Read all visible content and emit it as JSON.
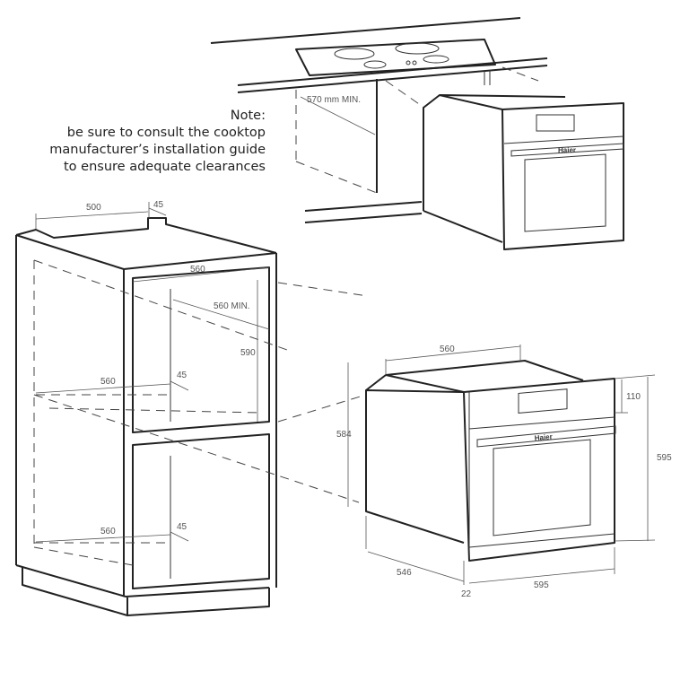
{
  "note": {
    "title": "Note:",
    "lines": [
      "be sure to consult the cooktop",
      "manufacturer’s installation guide",
      "to ensure adequate clearances"
    ]
  },
  "brand": "Haier",
  "dimensions": {
    "cooktop_clearance": "570 mm MIN.",
    "cabinet_top_depth": "500",
    "cabinet_top_notch": "45",
    "cabinet_inner_width": "560",
    "cabinet_min_depth": "560 MIN.",
    "cabinet_opening_height": "590",
    "shelf_depth_upper": "560",
    "shelf_gap_upper": "45",
    "shelf_depth_lower": "560",
    "shelf_gap_lower": "45",
    "oven_body_height": "584",
    "oven_body_width": "560",
    "control_panel_height": "110",
    "oven_front_height": "595",
    "oven_depth": "546",
    "door_thickness": "22",
    "oven_front_width": "595"
  }
}
